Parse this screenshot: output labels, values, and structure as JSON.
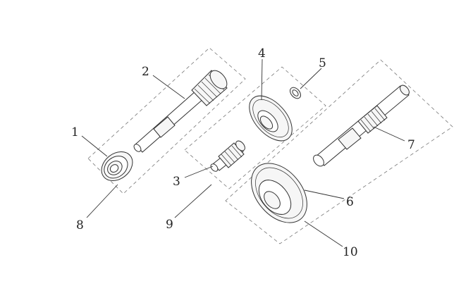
{
  "callouts": [
    {
      "id": "1",
      "text": "1"
    },
    {
      "id": "2",
      "text": "2"
    },
    {
      "id": "3",
      "text": "3"
    },
    {
      "id": "4",
      "text": "4"
    },
    {
      "id": "5",
      "text": "5"
    },
    {
      "id": "6",
      "text": "6"
    },
    {
      "id": "7",
      "text": "7"
    },
    {
      "id": "8",
      "text": "8"
    },
    {
      "id": "9",
      "text": "9"
    },
    {
      "id": "10",
      "text": "10"
    }
  ],
  "style": {
    "line_color": "#333333",
    "background": "#ffffff"
  }
}
